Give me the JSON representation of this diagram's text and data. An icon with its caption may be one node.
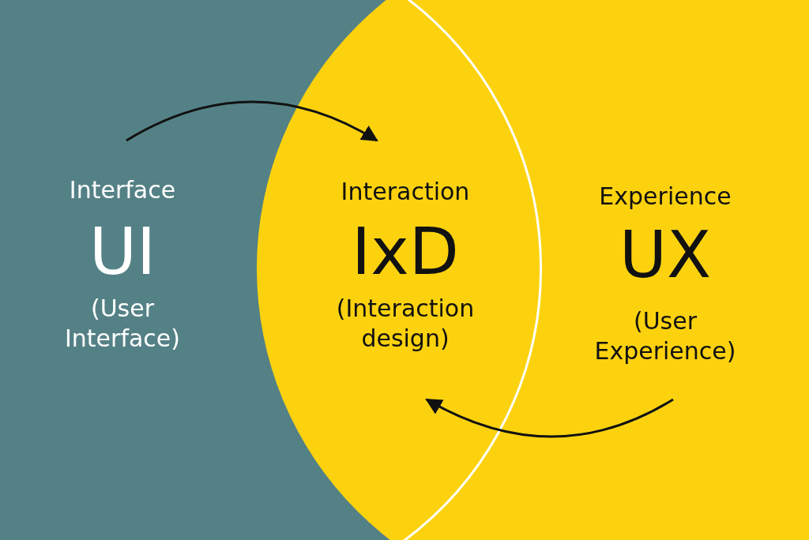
{
  "diagram": {
    "nodes": [
      {
        "text": [
          "Interface",
          "UI",
          "(User Interface)"
        ]
      },
      {
        "text": [
          "Interaction",
          "IxD",
          "(Interaction design)"
        ]
      },
      {
        "text": [
          "Experience",
          "UX",
          "(User Experience)"
        ]
      }
    ],
    "edges": [
      {
        "from": 0,
        "to": 1,
        "arrow": "to"
      },
      {
        "from": 2,
        "to": 1,
        "arrow": "to"
      }
    ]
  }
}
